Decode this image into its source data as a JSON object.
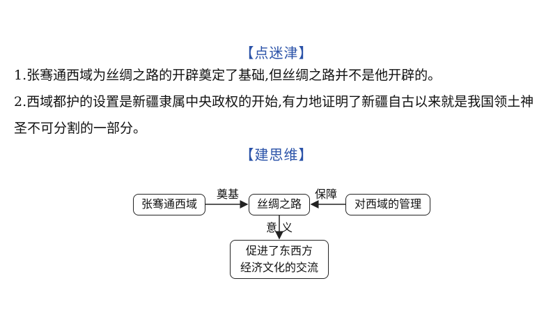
{
  "sections": {
    "heading1": "【点迷津】",
    "points": [
      "1.张骞通西域为丝绸之路的开辟奠定了基础,但丝绸之路并不是他开辟的。",
      "2.西域都护的设置是新疆隶属中央政权的开始,有力地证明了新疆自古以来就是我国领土神圣不可分割的一部分。"
    ],
    "heading2": "【建思维】"
  },
  "diagram": {
    "node_left": "张骞通西域",
    "node_center": "丝绸之路",
    "node_right": "对西域的管理",
    "node_bottom_line1": "促进了东西方",
    "node_bottom_line2": "经济文化的交流",
    "edge_left_label": "奠基",
    "edge_right_label": "保障",
    "edge_down_label": "意义"
  }
}
